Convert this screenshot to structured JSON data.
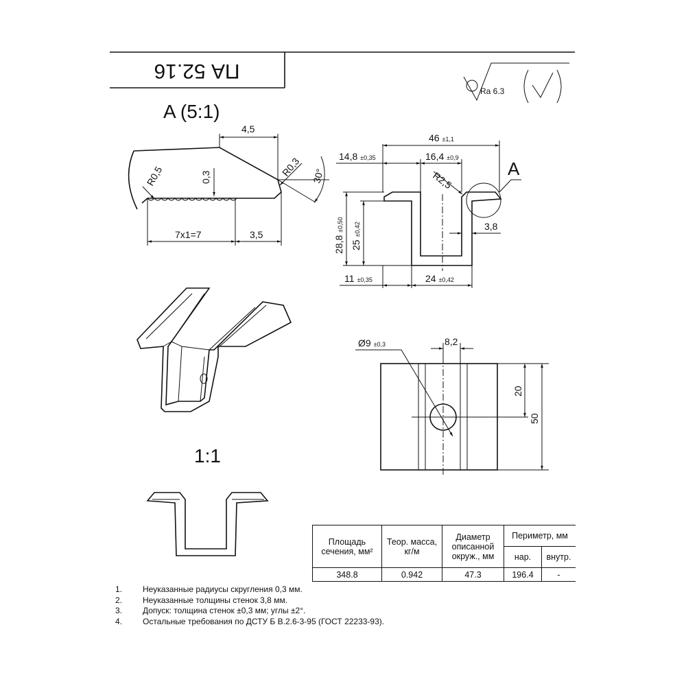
{
  "title_block": {
    "code": "ПА 52.16"
  },
  "roughness": {
    "label": "Ra 6.3"
  },
  "detail_a": {
    "title": "A (5:1)",
    "dims": {
      "top": "4,5",
      "r05": "R0,5",
      "h03": "0,3",
      "r03": "R0,3",
      "angle": "30°",
      "pitch": "7x1=7",
      "right": "3,5"
    }
  },
  "section": {
    "dims": {
      "width": "46",
      "width_tol": "±1,1",
      "flange": "14,8",
      "flange_tol": "±0,35",
      "opening": "16,4",
      "opening_tol": "±0,9",
      "radius": "R2,5",
      "callout": "A",
      "wall": "3,8",
      "height_outer": "28,8",
      "height_outer_tol": "±0,50",
      "height_inner": "25",
      "height_inner_tol": "±0,42",
      "bottom_left": "11",
      "bottom_left_tol": "±0,35",
      "bottom_width": "24",
      "bottom_width_tol": "±0,42"
    }
  },
  "scale_label": "1:1",
  "plan": {
    "hole": "Ø9",
    "hole_tol": "±0,3",
    "offset": "8,2",
    "hole_pos": "20",
    "length": "50"
  },
  "table": {
    "headers": {
      "area": "Площадь сечения, мм²",
      "mass": "Теор. масса, кг/м",
      "diameter": "Диаметр описанной окруж., мм",
      "perimeter": "Периметр, мм",
      "outer": "нар.",
      "inner": "внутр."
    },
    "row": {
      "area": "348.8",
      "mass": "0.942",
      "diameter": "47.3",
      "outer": "196.4",
      "inner": "-"
    }
  },
  "notes": [
    {
      "num": "1.",
      "text": "Неуказанные радиусы скругления 0,3 мм."
    },
    {
      "num": "2.",
      "text": "Неуказанные толщины стенок 3,8 мм."
    },
    {
      "num": "3.",
      "text": "Допуск: толщина стенок  ±0,3 мм; углы  ±2°."
    },
    {
      "num": "4.",
      "text": "Остальные требования по ДСТУ Б В.2.6-3-95 (ГОСТ 22233-93)."
    }
  ]
}
